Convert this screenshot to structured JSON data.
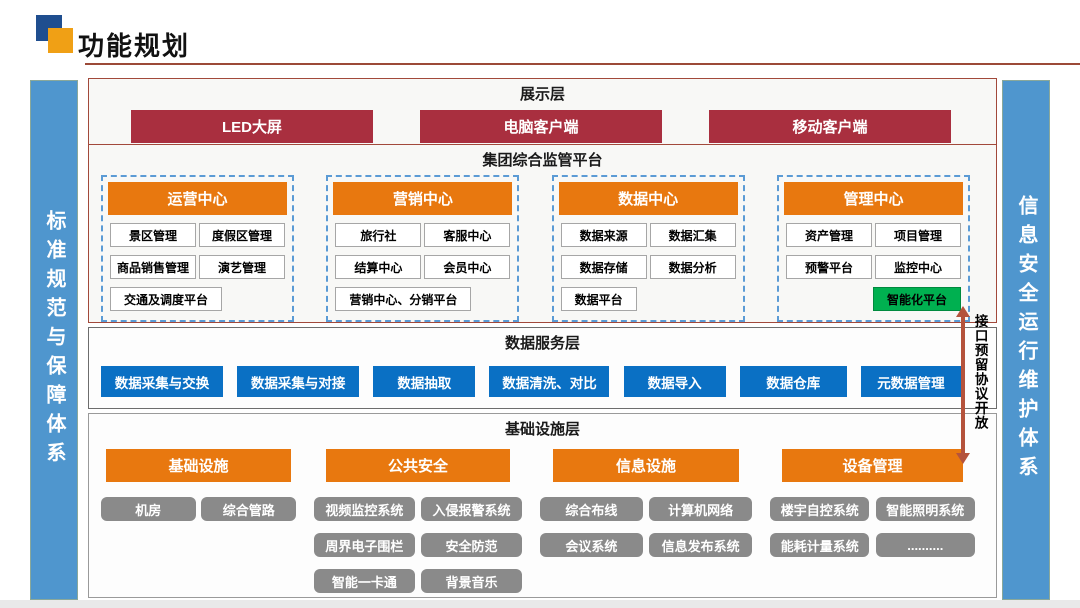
{
  "header": {
    "title": "功能规划"
  },
  "left_sidebar": {
    "label": "标准规范与保障体系"
  },
  "right_sidebar": {
    "label": "信息安全运行维护体系"
  },
  "display_layer": {
    "title": "展示层",
    "items": [
      "LED大屏",
      "电脑客户端",
      "移动客户端"
    ]
  },
  "platform": {
    "title": "集团综合监管平台",
    "centers": [
      {
        "title": "运营中心",
        "rows": [
          [
            "景区管理",
            "度假区管理"
          ],
          [
            "商品销售管理",
            "演艺管理"
          ]
        ],
        "wide": "交通及调度平台"
      },
      {
        "title": "营销中心",
        "rows": [
          [
            "旅行社",
            "客服中心"
          ],
          [
            "结算中心",
            "会员中心"
          ]
        ],
        "wide": "营销中心、分销平台"
      },
      {
        "title": "数据中心",
        "rows": [
          [
            "数据来源",
            "数据汇集"
          ],
          [
            "数据存储",
            "数据分析"
          ]
        ],
        "wide": "数据平台"
      },
      {
        "title": "管理中心",
        "rows": [
          [
            "资产管理",
            "项目管理"
          ],
          [
            "预警平台",
            "监控中心"
          ]
        ],
        "special": "智能化平台"
      }
    ]
  },
  "data_service_layer": {
    "title": "数据服务层",
    "items": [
      "数据采集与交换",
      "数据采集与对接",
      "数据抽取",
      "数据清洗、对比",
      "数据导入",
      "数据仓库",
      "元数据管理"
    ]
  },
  "infrastructure_layer": {
    "title": "基础设施层",
    "groups": [
      {
        "title": "基础设施",
        "rows": [
          [
            "机房",
            "综合管路"
          ]
        ]
      },
      {
        "title": "公共安全",
        "rows": [
          [
            "视频监控系统",
            "入侵报警系统"
          ],
          [
            "周界电子围栏",
            "安全防范"
          ],
          [
            "智能一卡通",
            "背景音乐"
          ]
        ]
      },
      {
        "title": "信息设施",
        "rows": [
          [
            "综合布线",
            "计算机网络"
          ],
          [
            "会议系统",
            "信息发布系统"
          ]
        ]
      },
      {
        "title": "设备管理",
        "rows": [
          [
            "楼宇自控系统",
            "智能照明系统"
          ],
          [
            "能耗计量系统",
            ".........."
          ]
        ]
      }
    ]
  },
  "annotation": {
    "label": "接口预留协议开放"
  },
  "colors": {
    "red": "#a92f3f",
    "orange": "#e8780f",
    "blue": "#0a70c4",
    "gray": "#8a8a8a",
    "green": "#00b050",
    "sidebar_blue": "#4f96ce",
    "dashed_border": "#5b9bd5",
    "frame_border": "#a2493b",
    "arrow": "#b5533c"
  }
}
